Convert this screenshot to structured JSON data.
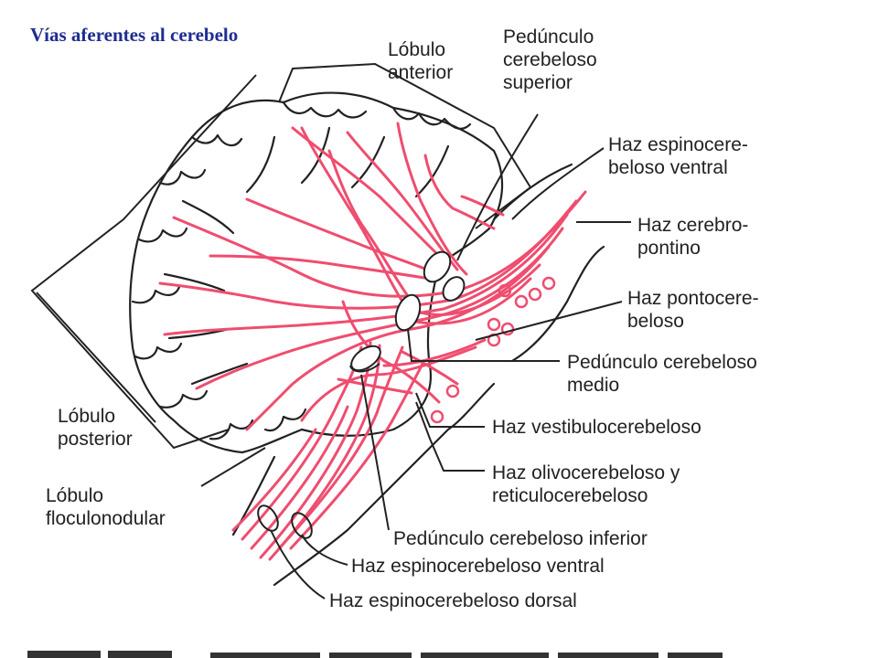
{
  "title": "Vías aferentes al cerebelo",
  "colors": {
    "title": "#1f2d8f",
    "fiber": "#ef4d6f",
    "outline": "#222222",
    "text": "#222222"
  },
  "labels": {
    "anterior_lobe": [
      "Lóbulo",
      "anterior"
    ],
    "superior_peduncle": [
      "Pedúnculo",
      "cerebeloso",
      "superior"
    ],
    "ventral_spino_top": [
      "Haz espinocere-",
      "beloso ventral"
    ],
    "cerebropontine": [
      "Haz cerebro-",
      "pontino"
    ],
    "pontocerebellar": [
      "Haz pontocere-",
      "beloso"
    ],
    "middle_peduncle": [
      "Pedúnculo cerebeloso",
      "medio"
    ],
    "vestibulocerebellar": [
      "Haz vestibulocerebeloso"
    ],
    "olivo_reticulo": [
      "Haz olivocerebeloso y",
      "reticulocerebeloso"
    ],
    "inferior_peduncle": [
      "Pedúnculo cerebeloso inferior"
    ],
    "ventral_spino_bottom": [
      "Haz espinocerebeloso ventral"
    ],
    "dorsal_spino": [
      "Haz espinocerebeloso dorsal"
    ],
    "posterior_lobe": [
      "Lóbulo",
      "posterior"
    ],
    "flocculonodular": [
      "Lóbulo",
      "floculonodular"
    ]
  }
}
